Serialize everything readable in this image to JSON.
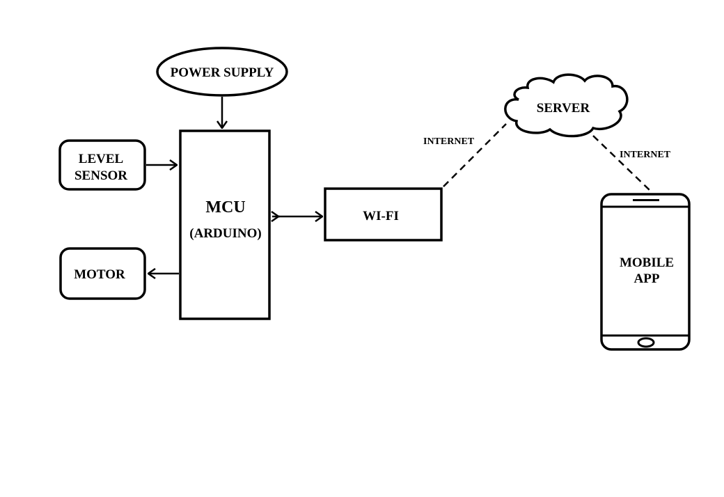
{
  "blocks": {
    "power_supply": "POWER SUPPLY",
    "level_sensor_line1": "LEVEL",
    "level_sensor_line2": "SENSOR",
    "motor": "MOTOR",
    "mcu_line1": "MCU",
    "mcu_line2": "(ARDUINO)",
    "wifi": "WI-FI",
    "server": "SERVER",
    "mobile_line1": "MOBILE",
    "mobile_line2": "APP"
  },
  "links": {
    "wifi_server": "INTERNET",
    "server_mobile": "INTERNET"
  },
  "colors": {
    "stroke": "#000000",
    "fill": "#ffffff"
  }
}
